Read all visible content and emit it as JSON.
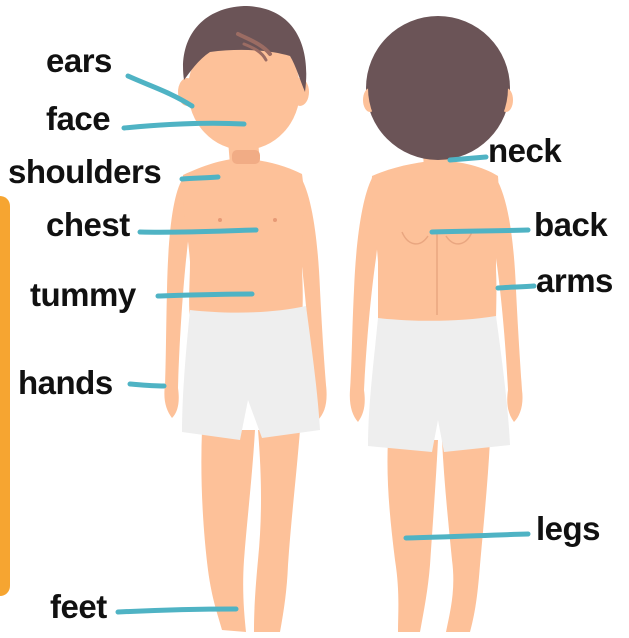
{
  "labels": {
    "ears": "ears",
    "face": "face",
    "shoulders": "shoulders",
    "chest": "chest",
    "tummy": "tummy",
    "hands": "hands",
    "feet": "feet",
    "neck": "neck",
    "back": "back",
    "arms": "arms",
    "legs": "legs"
  },
  "colors": {
    "skin": "#fdc199",
    "skin_shadow": "#f1ac85",
    "hair": "#6b5457",
    "hair_highlight": "#9b6c63",
    "shorts": "#eeeeee",
    "pointer": "#4fb3c4",
    "accent_border": "#f6a531"
  }
}
